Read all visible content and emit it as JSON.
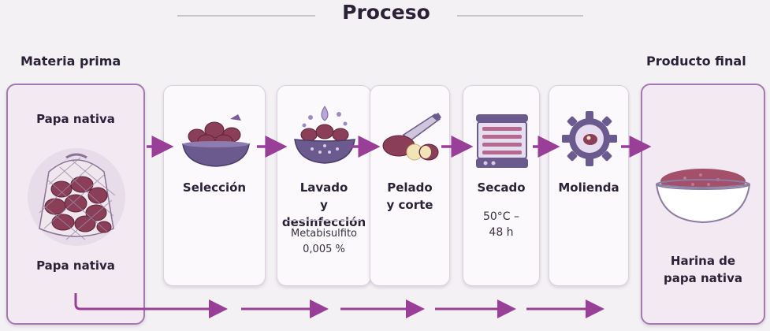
{
  "title": "Proceso",
  "left_header": "Materia prima",
  "right_header": "Producto final",
  "raw_material": {
    "top_label": "Papa nativa",
    "bottom_label": "Papa nativa"
  },
  "steps": [
    {
      "label_lines": [
        "Selección"
      ],
      "note_lines": []
    },
    {
      "label_lines": [
        "Lavado",
        "y desinfección"
      ],
      "note_lines": [
        "Metabisulfito",
        "0,005 %"
      ]
    },
    {
      "label_lines": [
        "Pelado",
        "y corte"
      ],
      "note_lines": []
    },
    {
      "label_lines": [
        "Secado"
      ],
      "note_lines": [
        "50°C –",
        "48 h"
      ]
    },
    {
      "label_lines": [
        "Molienda"
      ],
      "note_lines": []
    }
  ],
  "final_product": {
    "label_lines": [
      "Harina de",
      "papa nativa"
    ]
  },
  "colors": {
    "arrow": "#9a3f98",
    "accent_border": "#a37ab0",
    "potato": "#8a3e57",
    "bowl": "#6b5a8e"
  }
}
